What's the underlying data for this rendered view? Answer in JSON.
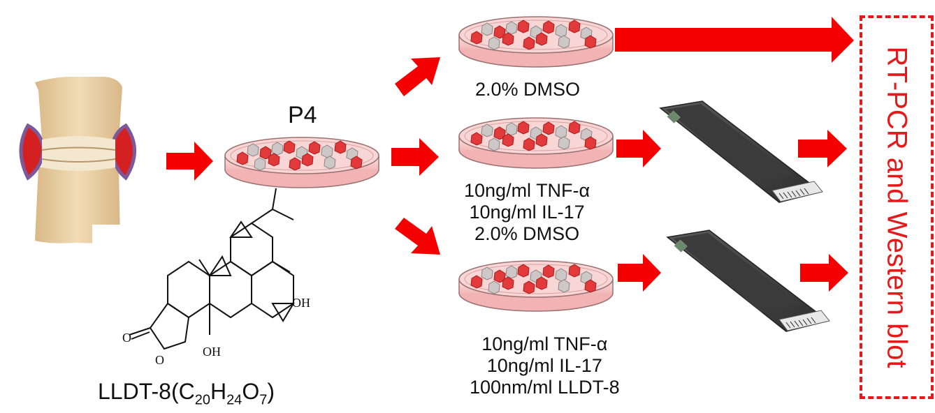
{
  "passage_label": "P4",
  "compound": {
    "name_prefix": "LLDT-8(C",
    "c_sub": "20",
    "h_label": "H",
    "h_sub": "24",
    "o_label": "O",
    "o_sub": "7",
    "close": ")",
    "oh_top": "OH",
    "oh_bottom": "OH",
    "carbonyl_o": "O",
    "ring_o": "O"
  },
  "groups": [
    {
      "id": "control",
      "lines": [
        "2.0% DMSO"
      ]
    },
    {
      "id": "cytokine",
      "lines": [
        "10ng/ml TNF-α",
        "10ng/ml IL-17",
        "2.0% DMSO"
      ]
    },
    {
      "id": "treatment",
      "lines": [
        "10ng/ml TNF-α",
        "10ng/ml IL-17",
        "100nm/ml LLDT-8"
      ]
    }
  ],
  "readout": "RT-PCR and Western blot",
  "colors": {
    "arrow": "#f40000",
    "dish_medium": "#f7c9c9",
    "cell_red": "#e23a3a",
    "cell_grey": "#c9c3c3",
    "box_border": "#e41a1a",
    "bone": "#e8cfa3",
    "inflamed": "#d42020"
  },
  "icons": [
    "knee-joint-icon",
    "petri-dish-icon",
    "chip-slide-icon",
    "block-arrow-icon"
  ]
}
